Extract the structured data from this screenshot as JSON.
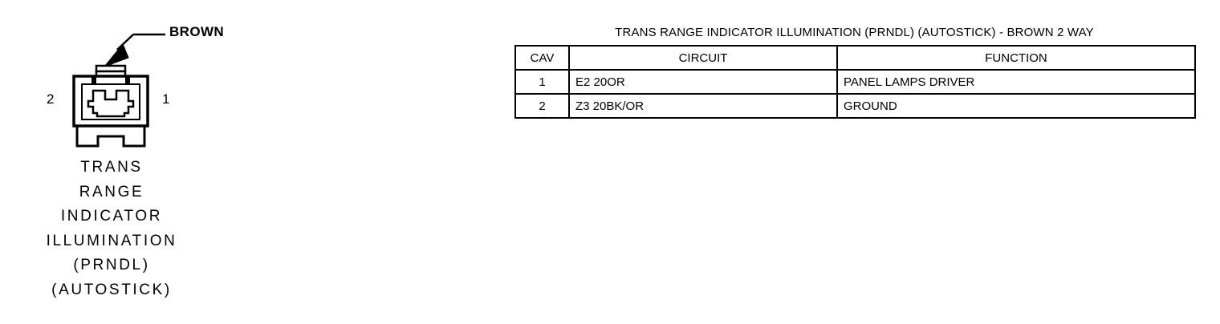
{
  "connector": {
    "wire_label": "BROWN",
    "pins": [
      {
        "number": "2",
        "side": "left"
      },
      {
        "number": "1",
        "side": "right"
      }
    ],
    "caption_lines": [
      "TRANS",
      "RANGE",
      "INDICATOR",
      "ILLUMINATION",
      "(PRNDL)",
      "(AUTOSTICK)"
    ],
    "colors": {
      "line": "#000000",
      "background": "#ffffff"
    }
  },
  "table": {
    "title": "TRANS RANGE INDICATOR ILLUMINATION (PRNDL) (AUTOSTICK) - BROWN 2 WAY",
    "headers": {
      "cav": "CAV",
      "circuit": "CIRCUIT",
      "function": "FUNCTION"
    },
    "rows": [
      {
        "cav": "1",
        "circuit": "E2 20OR",
        "function": "PANEL LAMPS DRIVER"
      },
      {
        "cav": "2",
        "circuit": "Z3 20BK/OR",
        "function": "GROUND"
      }
    ]
  }
}
